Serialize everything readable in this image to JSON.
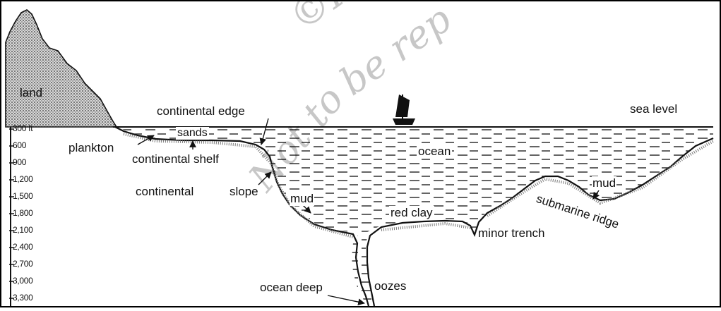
{
  "labels": {
    "land": "land",
    "sea_level": "sea   level",
    "continental_edge": "continental edge",
    "plankton": "plankton",
    "sands": "sands",
    "continental_shelf": "continental shelf",
    "continental": "continental",
    "slope": "slope",
    "ocean": "ocean",
    "mud_left": "mud",
    "red_clay": "red   clay",
    "mud_right": "mud",
    "submarine_ridge": "submarine ridge",
    "minor_trench": "minor trench",
    "ocean_deep": "ocean deep",
    "oozes": "oozes"
  },
  "depth_scale": [
    "300 ft",
    "600",
    "900",
    "1,200",
    "1,500",
    "1,800",
    "2,100",
    "2,400",
    "2,700",
    "3,000",
    "3,300"
  ],
  "watermark": {
    "line1": "©K",
    "line2": "be rep",
    "line3": "Not to"
  },
  "colors": {
    "ink": "#111111",
    "land_fill": "#bdbdbd",
    "water_fill": "#ffffff",
    "frame": "#000000"
  }
}
